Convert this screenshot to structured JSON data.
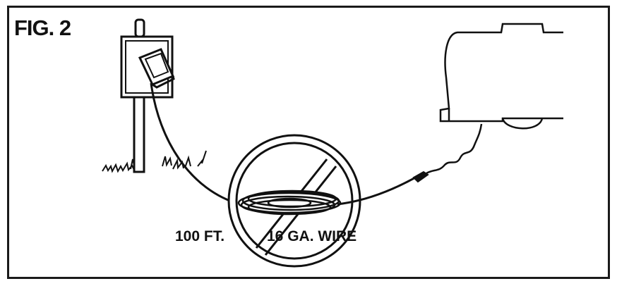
{
  "figure": {
    "title": "FIG. 2",
    "label_length": "100 FT.",
    "label_gauge": "16 GA. WIRE"
  },
  "colors": {
    "ink": "#111111",
    "background": "#ffffff"
  },
  "icons": [
    "power-outlet-post-icon",
    "extension-cord-coil-icon",
    "prohibition-sign-icon",
    "rv-trailer-icon",
    "grass-icon"
  ]
}
